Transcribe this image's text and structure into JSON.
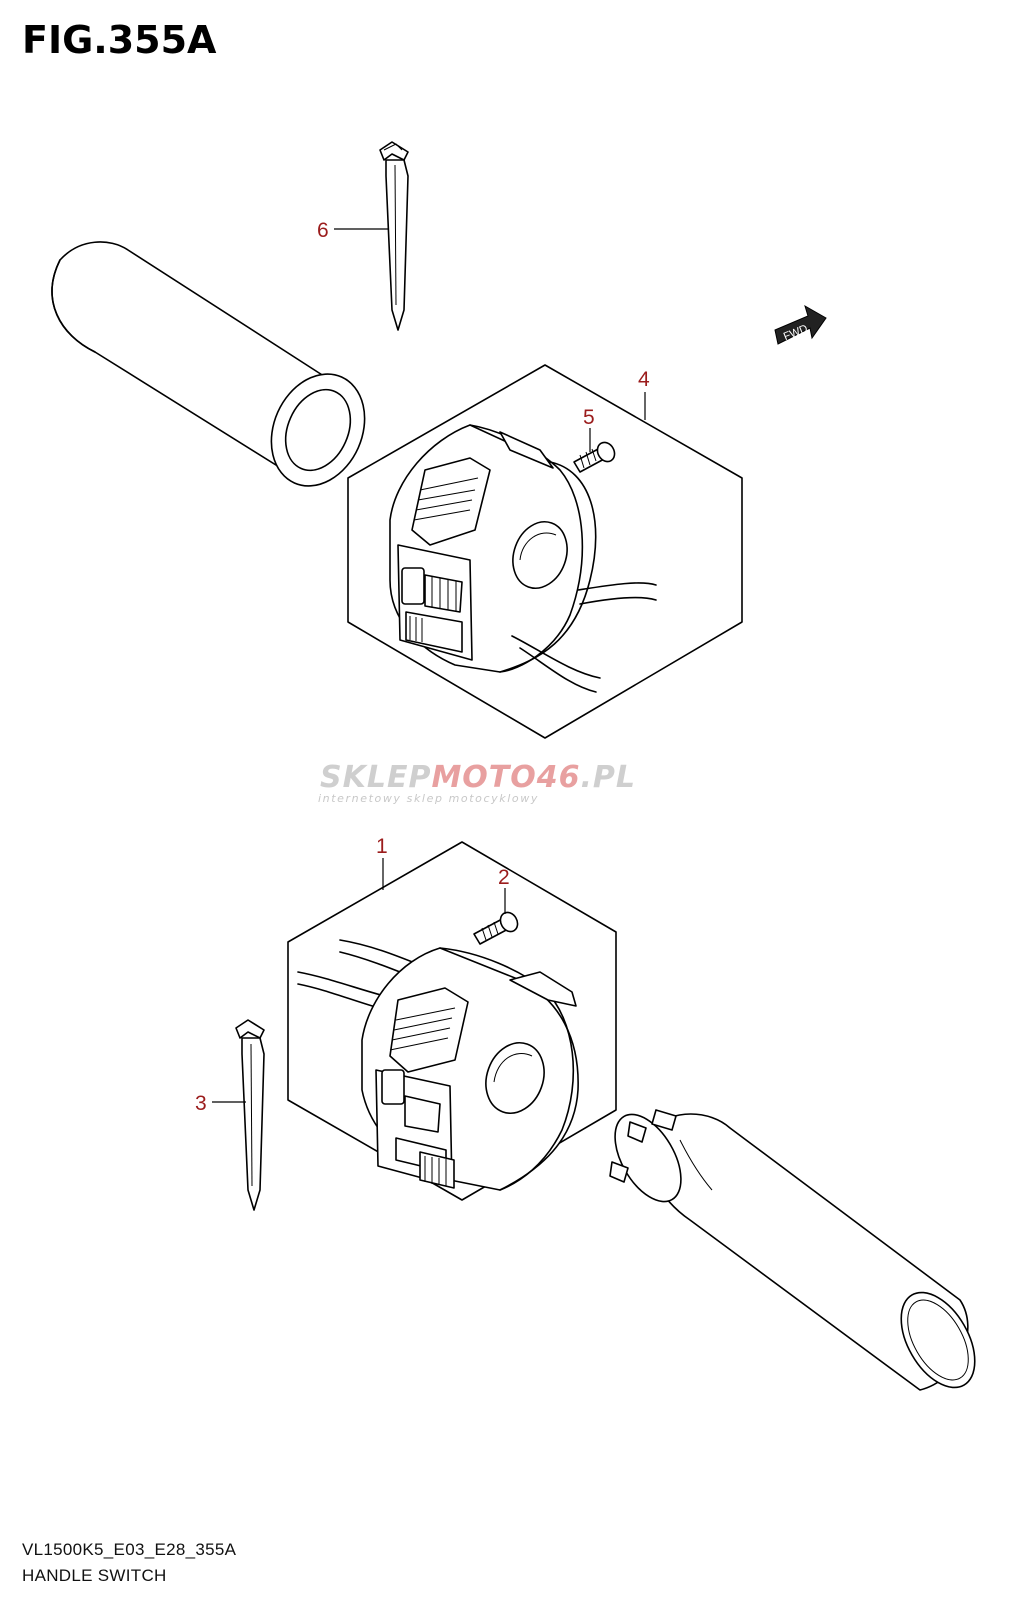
{
  "figure": {
    "title": "FIG.355A",
    "model_code": "VL1500K5_E03_E28_355A",
    "section_name": "HANDLE SWITCH"
  },
  "callouts": [
    "1",
    "2",
    "3",
    "4",
    "5",
    "6"
  ],
  "direction_badge": "FWD",
  "watermark": {
    "brand_prefix": "SKLEP",
    "brand_mid": "MOTO46",
    "brand_suffix": ".PL",
    "tagline": "internetowy sklep motocyklowy"
  },
  "colors": {
    "callout": "#9b1c1c",
    "line": "#000000",
    "watermark": "#cfcfcf"
  }
}
